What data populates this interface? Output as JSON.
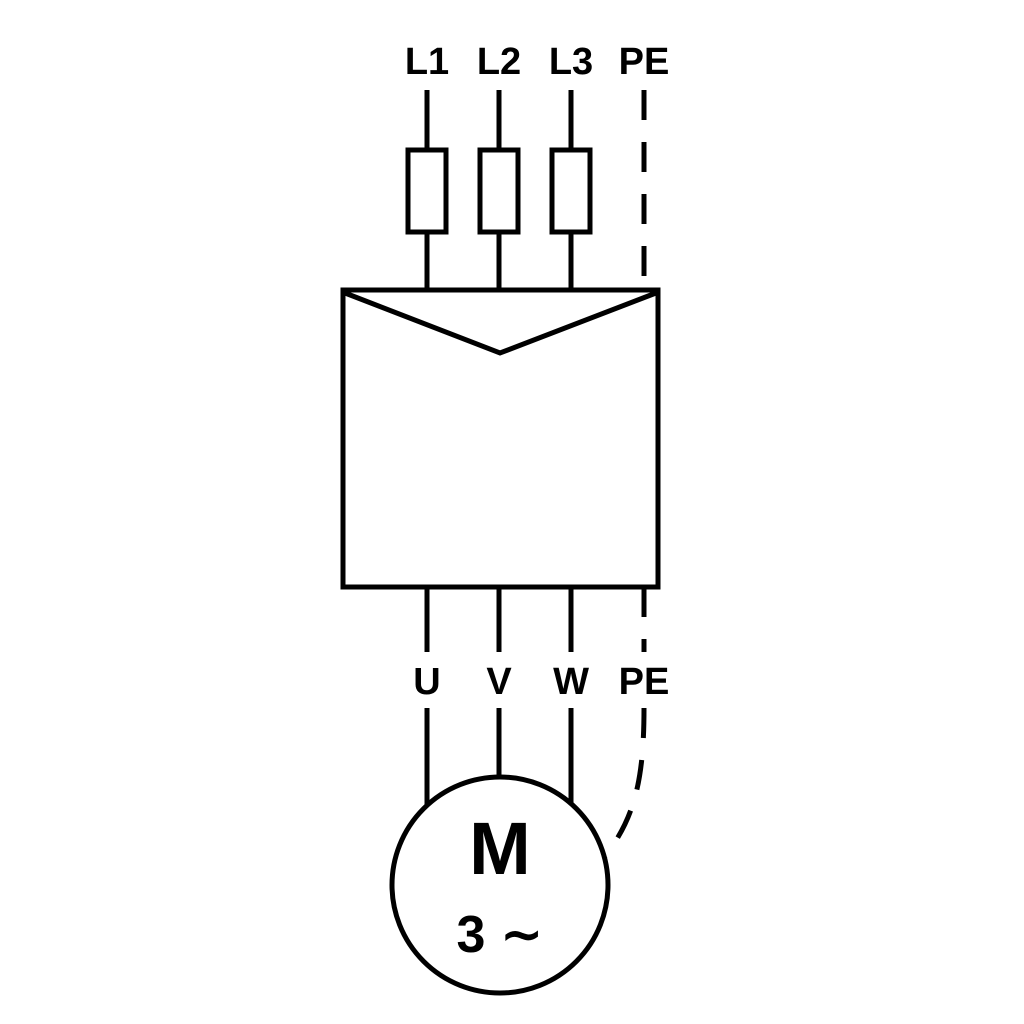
{
  "diagram": {
    "top_terminals": [
      "L1",
      "L2",
      "L3",
      "PE"
    ],
    "bottom_terminals": [
      "U",
      "V",
      "W",
      "PE"
    ],
    "motor": {
      "letter": "M",
      "phase": "3 ∼"
    },
    "colors": {
      "line": "#000000",
      "background": "#ffffff"
    }
  }
}
